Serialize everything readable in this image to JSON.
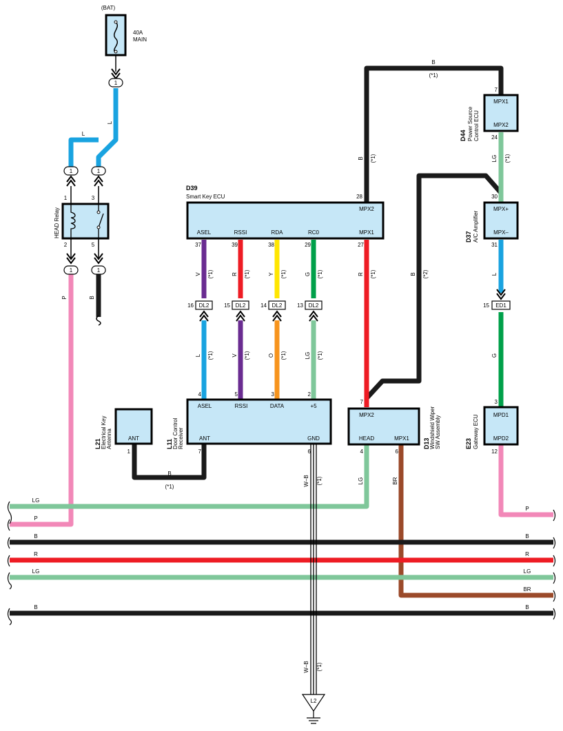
{
  "battery": {
    "label": "(BAT)",
    "fuse_rating": "40A",
    "fuse_name": "MAIN"
  },
  "note_star1": "(*1)",
  "note_star2": "(*2)",
  "head_relay": {
    "name": "HEAD Relay",
    "pins": [
      "1",
      "3",
      "2",
      "5"
    ]
  },
  "d39": {
    "code": "D39",
    "name": "Smart Key ECU",
    "pins": {
      "mpx2": "MPX2",
      "asel": "ASEL",
      "rssi": "RSSI",
      "rda": "RDA",
      "rc0": "RC0",
      "mpx1": "MPX1"
    },
    "numbers": {
      "n28": "28",
      "n37": "37",
      "n39": "39",
      "n38": "38",
      "n29": "29",
      "n27": "27"
    }
  },
  "d44": {
    "code": "D44",
    "name1": "Power Source",
    "name2": "Control ECU",
    "pins": {
      "mpx1": "MPX1",
      "mpx2": "MPX2"
    },
    "numbers": {
      "n7": "7",
      "n24": "24"
    }
  },
  "d37": {
    "code": "D37",
    "name": "A/C Amplifier",
    "pins": {
      "mpxp": "MPX+",
      "mpxm": "MPX–"
    },
    "numbers": {
      "n30": "30",
      "n31": "31"
    }
  },
  "dl2": {
    "label": "DL2",
    "numbers": [
      "16",
      "15",
      "14",
      "13"
    ]
  },
  "ed1": {
    "label": "ED1",
    "number": "15"
  },
  "l21": {
    "code": "L21",
    "name1": "Electrical Key",
    "name2": "Antenna",
    "pin": "ANT",
    "number": "1"
  },
  "l11": {
    "code": "L11",
    "name1": "Door Control",
    "name2": "Receiver",
    "pins": {
      "asel": "ASEL",
      "rssi": "RSSI",
      "data": "DATA",
      "plus5": "+5",
      "ant": "ANT",
      "gnd": "GND"
    },
    "numbers": {
      "n4": "4",
      "n5": "5",
      "n3": "3",
      "n2": "2",
      "n7": "7",
      "n6": "6"
    }
  },
  "d13": {
    "code": "D13",
    "name1": "Windshield Wiper",
    "name2": "SW Assembly",
    "pins": {
      "mpx2": "MPX2",
      "head": "HEAD",
      "mpx1": "MPX1"
    },
    "numbers": {
      "n7": "7",
      "n4": "4",
      "n6": "6"
    }
  },
  "e23": {
    "code": "E23",
    "name": "Gateway ECU",
    "pins": {
      "mpd1": "MPD1",
      "mpd2": "MPD2"
    },
    "numbers": {
      "n3": "3",
      "n12": "12"
    }
  },
  "ground": {
    "label": "L2"
  },
  "wire_colors": {
    "L": "L",
    "LG": "LG",
    "P": "P",
    "B": "B",
    "R": "R",
    "V": "V",
    "Y": "Y",
    "G": "G",
    "O": "O",
    "BR": "BR",
    "WB": "W–B"
  },
  "connector_one": "1",
  "colors": {
    "L": "#19a3e0",
    "LG": "#7fc79a",
    "P": "#f288b8",
    "B": "#1a1a1a",
    "R": "#ee1c24",
    "V": "#6a2c91",
    "Y": "#ffe600",
    "G": "#00a04a",
    "O": "#f7941d",
    "BR": "#9b4a2a",
    "component_fill": "#c6e7f7"
  }
}
